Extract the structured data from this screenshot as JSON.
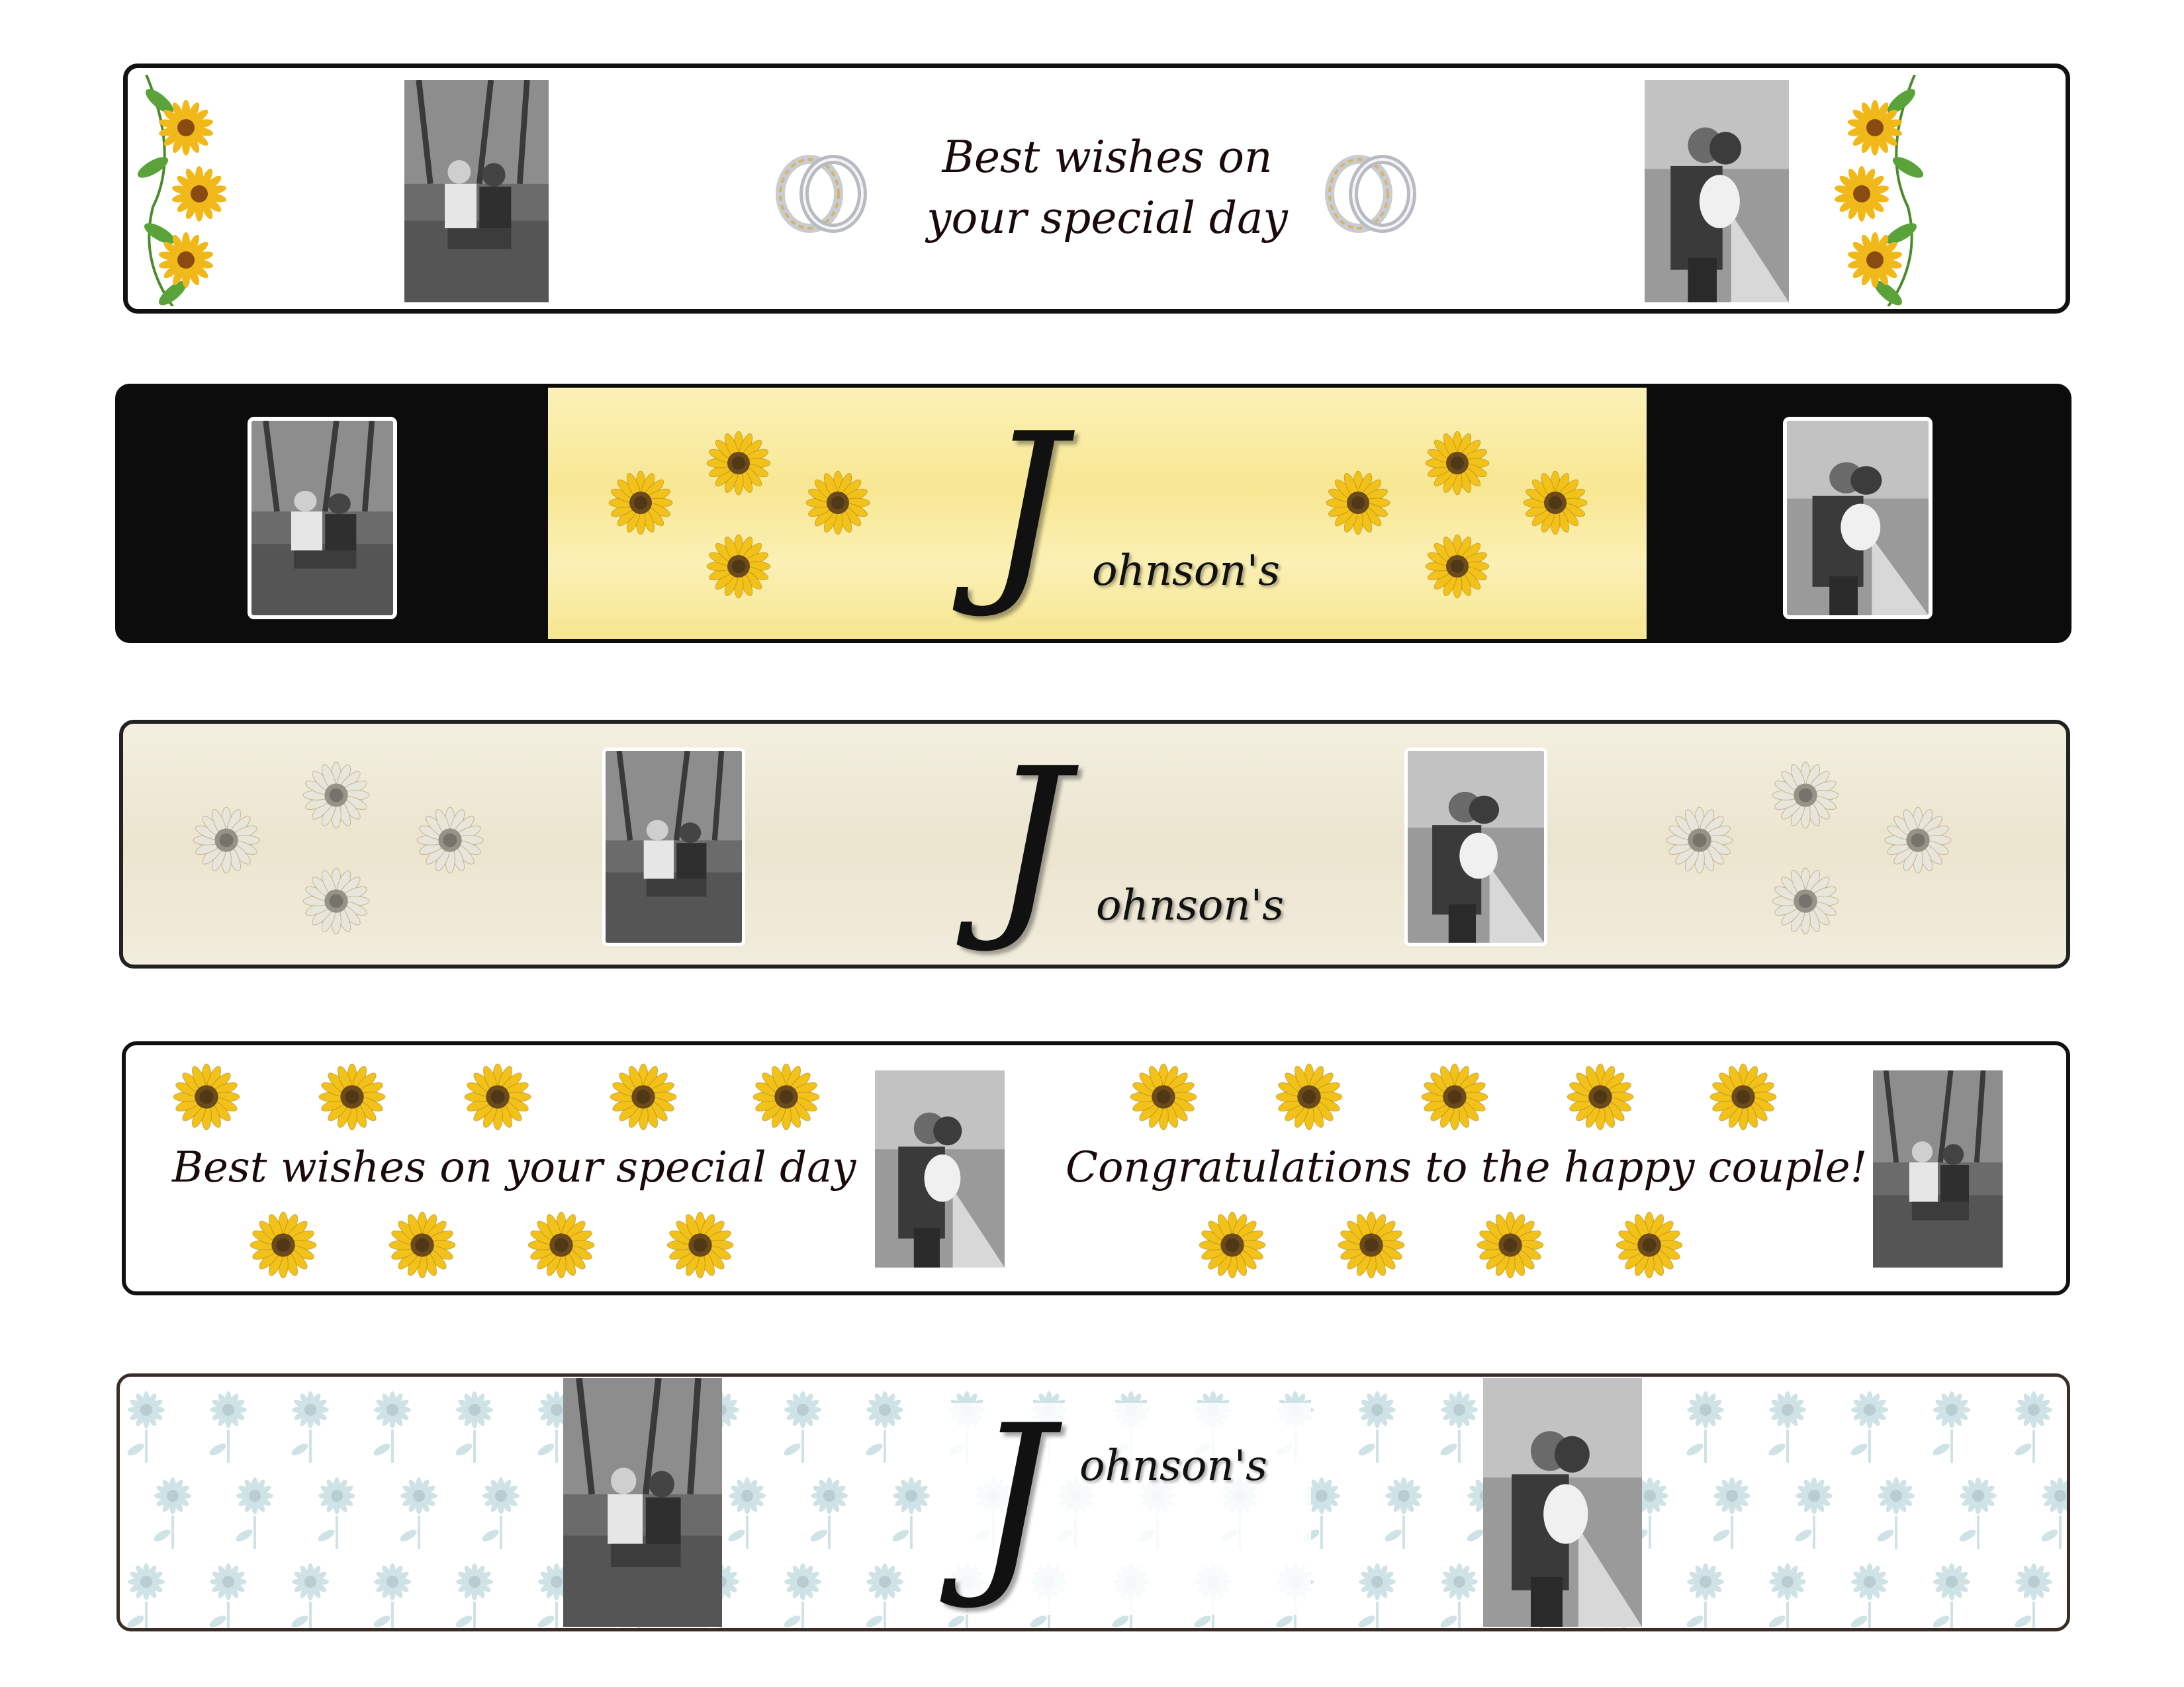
{
  "bands": [
    {
      "id": "band-1",
      "message_line1": "Best wishes on",
      "message_line2": "your special day"
    },
    {
      "id": "band-2",
      "family_initial": "J",
      "family_rest": "ohnson's"
    },
    {
      "id": "band-3",
      "family_initial": "J",
      "family_rest": "ohnson's"
    },
    {
      "id": "band-4",
      "message_left": "Best wishes on your special day",
      "message_right": "Congratulations to the happy couple!"
    },
    {
      "id": "band-5",
      "family_initial": "J",
      "family_rest": "ohnson's"
    }
  ],
  "colors": {
    "sunflower_petal": "#f2c21a",
    "sunflower_center": "#6b4a1c",
    "band2_bg": "#0c0c0c",
    "band2_center": "#f8ea9a",
    "band3_bg": "#efead8",
    "band5_flower": "#cfe3e6"
  },
  "icons": {
    "sunflower": "sunflower-icon",
    "rings": "wedding-rings-icon",
    "photo_couple_sitting": "couple-sitting-photo",
    "photo_couple_kissing": "couple-kissing-photo"
  }
}
